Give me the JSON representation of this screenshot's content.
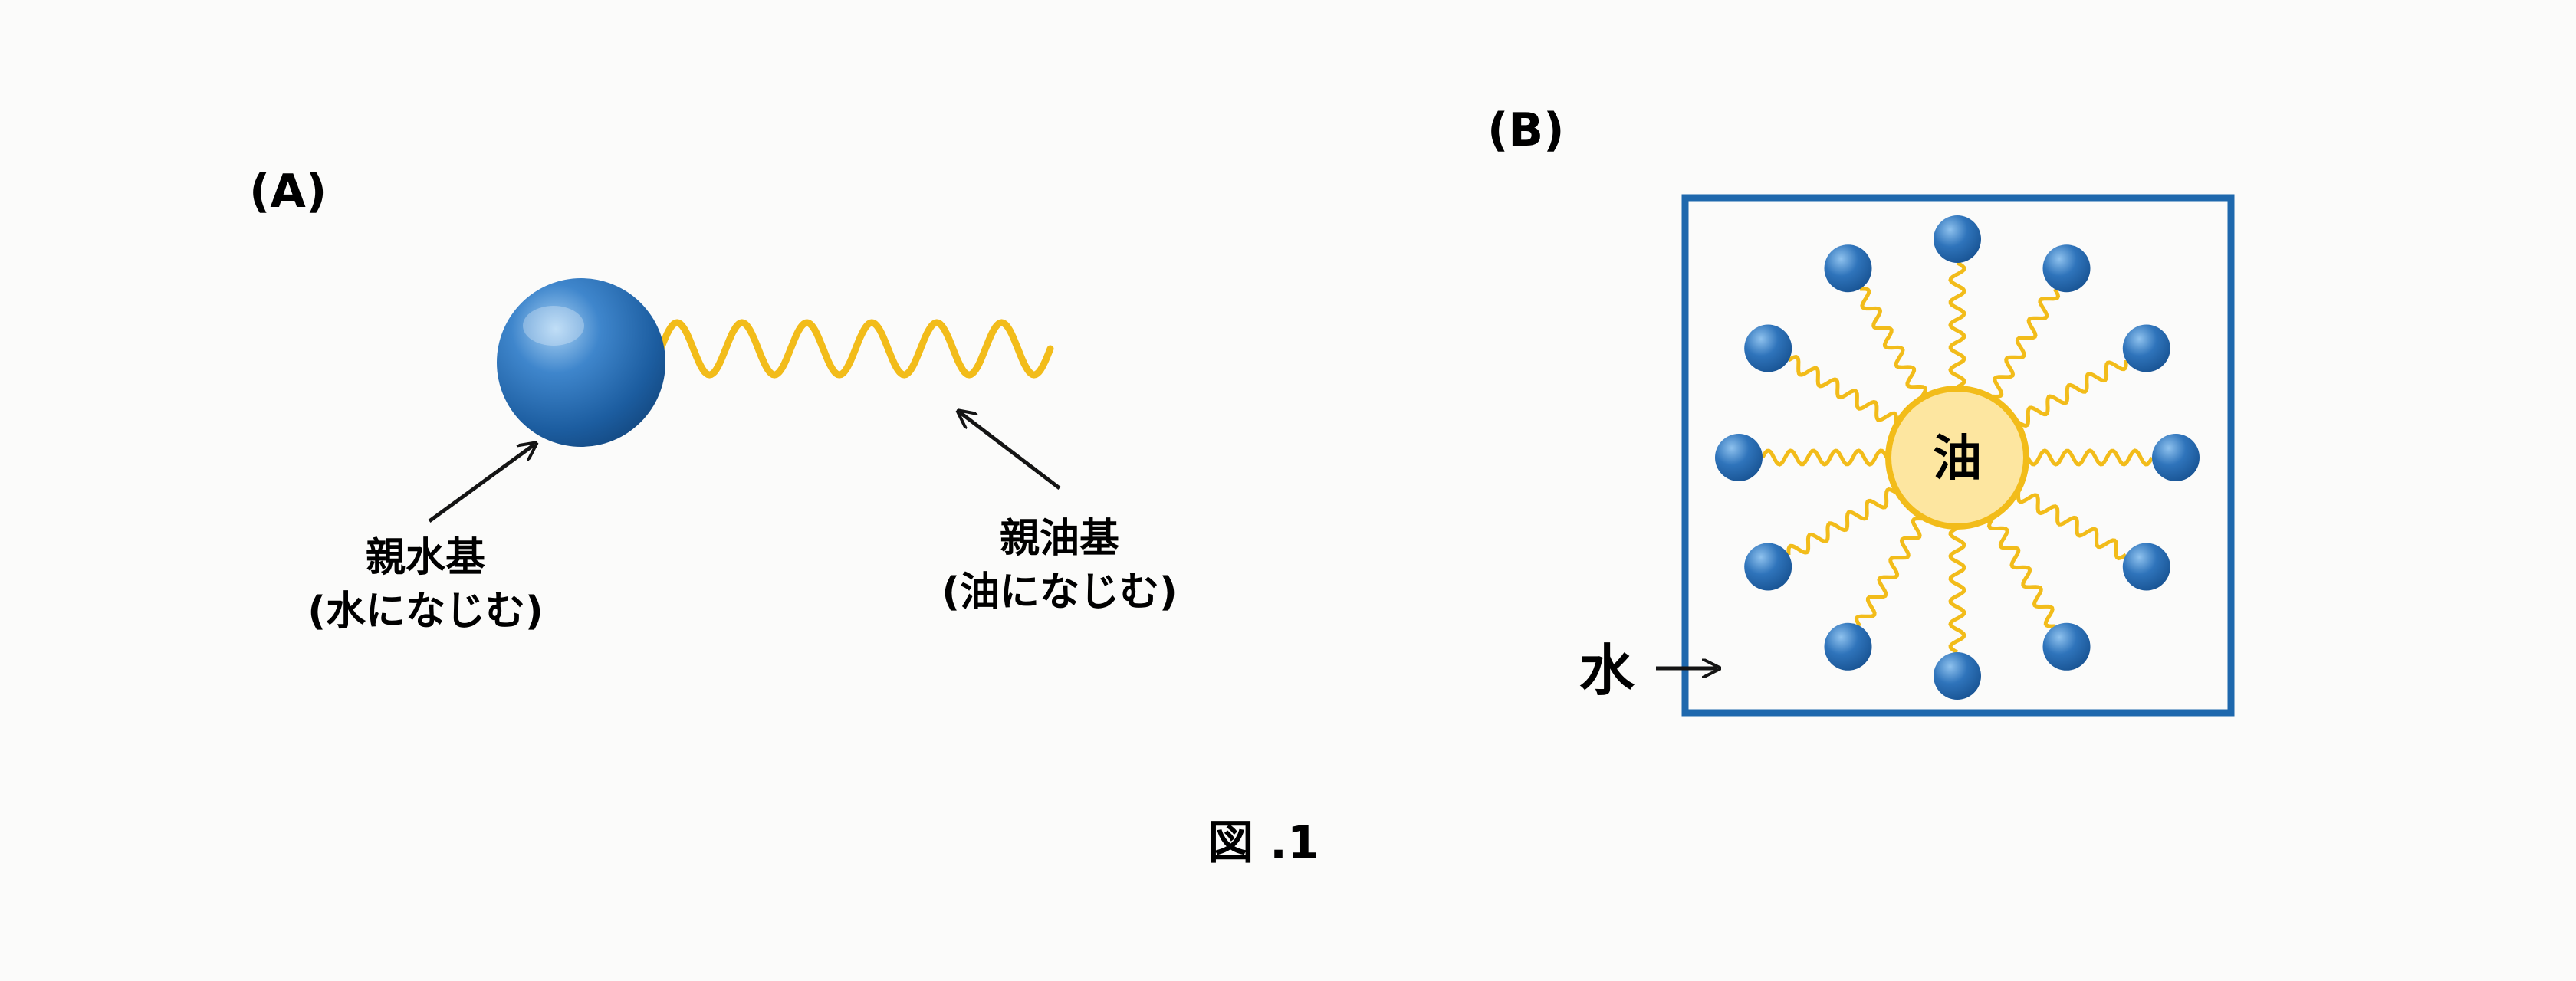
{
  "figure": {
    "panel_a": {
      "label": "(A)",
      "head_label": "親水基",
      "head_note": "(水になじむ)",
      "tail_label": "親油基",
      "tail_note": "(油になじむ)"
    },
    "panel_b": {
      "label": "(B)",
      "center_label": "油",
      "water_label": "水",
      "surfactant_count": 12
    },
    "caption": "図 .1",
    "colors": {
      "head_blue": "#2e72b6",
      "tail_yellow": "#f2bc1a",
      "oil_fill": "#fde6a0",
      "frame_blue": "#1e68ad",
      "text": "#141414"
    }
  }
}
